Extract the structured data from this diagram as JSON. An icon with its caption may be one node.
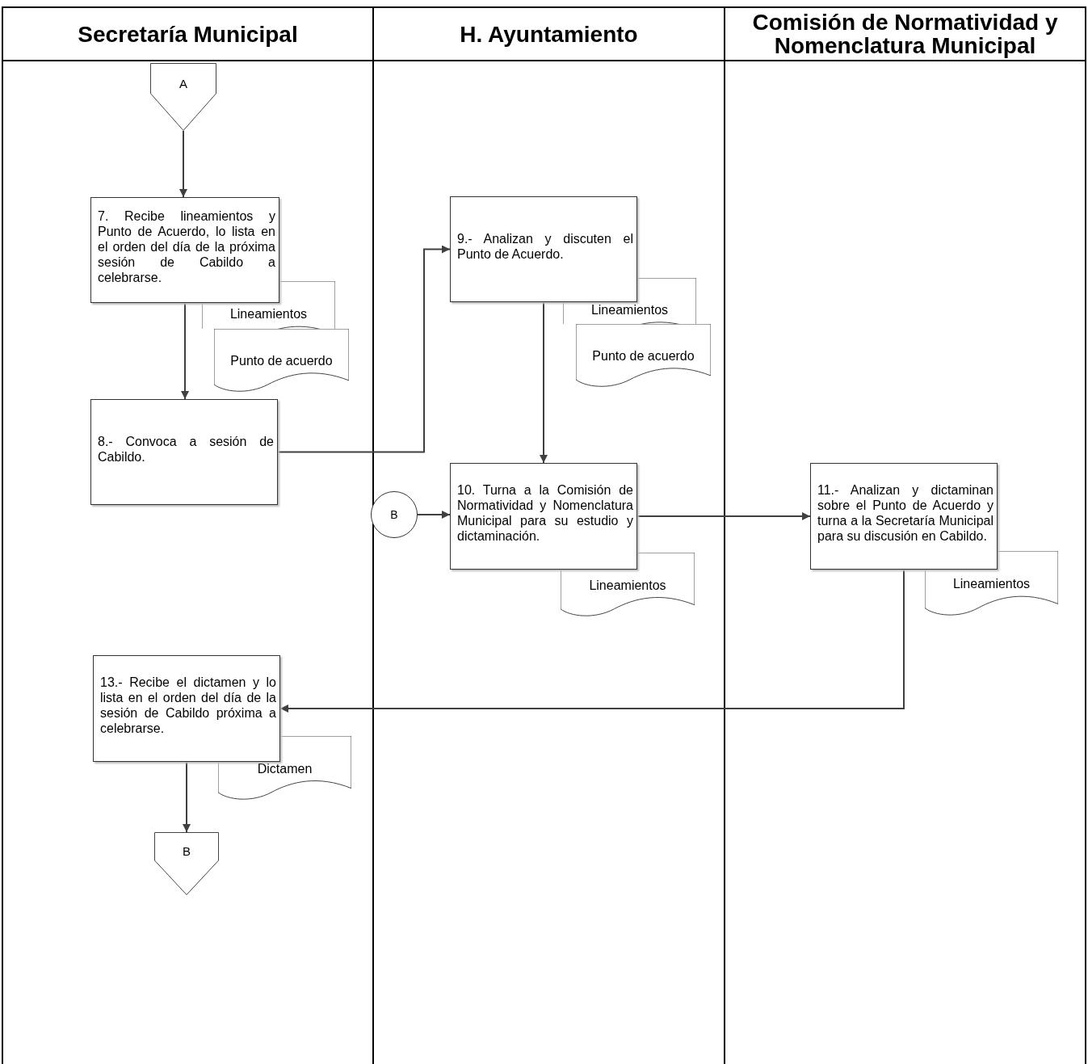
{
  "diagram": {
    "nodes": [
      {
        "text": [
          "Secretaría Municipal"
        ]
      },
      {
        "text": [
          "H. Ayuntamiento"
        ]
      },
      {
        "text": [
          "Comisión de Normatividad y Nomenclatura Municipal"
        ]
      },
      {
        "text": [
          "A"
        ],
        "in": 0
      },
      {
        "text": [
          "7. Recibe lineamientos y Punto de Acuerdo, lo lista en el orden del día de la próxima sesión de Cabildo a celebrarse."
        ],
        "in": 0
      },
      {
        "text": [
          "Lineamientos"
        ],
        "in": 0
      },
      {
        "text": [
          "Punto de acuerdo"
        ],
        "in": 0
      },
      {
        "text": [
          "8.- Convoca a sesión de Cabildo."
        ],
        "in": 0
      },
      {
        "text": [
          "9.- Analizan y discuten el Punto de Acuerdo."
        ],
        "in": 1
      },
      {
        "text": [
          "Lineamientos"
        ],
        "in": 1
      },
      {
        "text": [
          "Punto de acuerdo"
        ],
        "in": 1
      },
      {
        "text": [
          "B"
        ],
        "in": 1
      },
      {
        "text": [
          "10. Turna a la Comisión de Normatividad y Nomenclatura Municipal para su estudio y dictaminación."
        ],
        "in": 1
      },
      {
        "text": [
          "Lineamientos"
        ],
        "in": 1
      },
      {
        "text": [
          "11.- Analizan y dictaminan sobre el Punto de Acuerdo y turna a la Secretaría Municipal para su discusión en Cabildo."
        ],
        "in": 2
      },
      {
        "text": [
          "Lineamientos"
        ],
        "in": 2
      },
      {
        "text": [
          "13.- Recibe el dictamen y lo lista en el orden del día de la sesión de Cabildo próxima a celebrarse."
        ],
        "in": 0
      },
      {
        "text": [
          "Dictamen"
        ],
        "in": 0
      },
      {
        "text": [
          "B"
        ],
        "in": 0
      }
    ],
    "edges": [
      {
        "from": 3,
        "to": 4,
        "arrow": "to"
      },
      {
        "from": 4,
        "to": 7,
        "arrow": "to"
      },
      {
        "from": 7,
        "to": 8,
        "arrow": "to"
      },
      {
        "from": 8,
        "to": 12,
        "arrow": "to"
      },
      {
        "from": 11,
        "to": 12,
        "arrow": "to"
      },
      {
        "from": 12,
        "to": 14,
        "arrow": "to"
      },
      {
        "from": 14,
        "to": 16,
        "arrow": "to"
      },
      {
        "from": 16,
        "to": 18,
        "arrow": "to"
      }
    ]
  }
}
